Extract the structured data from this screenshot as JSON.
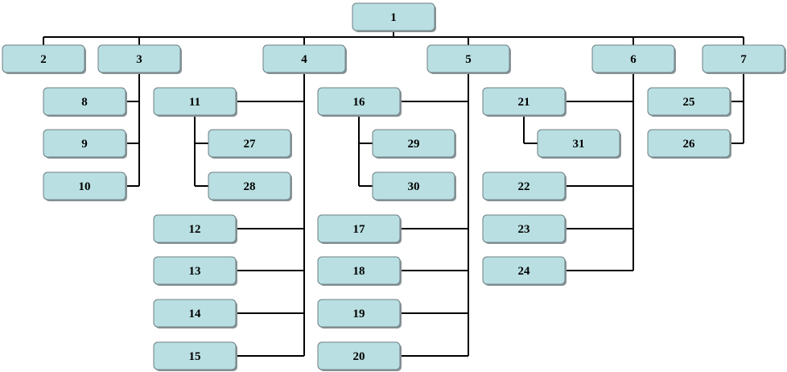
{
  "diagram": {
    "type": "organization-chart",
    "colors": {
      "box_fill": "#b9dfe2",
      "box_border": "#6f7f83",
      "connector": "#000000"
    },
    "nodes": [
      {
        "id": "1",
        "label": "1",
        "parent": null
      },
      {
        "id": "2",
        "label": "2",
        "parent": "1"
      },
      {
        "id": "3",
        "label": "3",
        "parent": "1"
      },
      {
        "id": "4",
        "label": "4",
        "parent": "1"
      },
      {
        "id": "5",
        "label": "5",
        "parent": "1"
      },
      {
        "id": "6",
        "label": "6",
        "parent": "1"
      },
      {
        "id": "7",
        "label": "7",
        "parent": "1"
      },
      {
        "id": "8",
        "label": "8",
        "parent": "3"
      },
      {
        "id": "9",
        "label": "9",
        "parent": "3"
      },
      {
        "id": "10",
        "label": "10",
        "parent": "3"
      },
      {
        "id": "11",
        "label": "11",
        "parent": "4"
      },
      {
        "id": "12",
        "label": "12",
        "parent": "4"
      },
      {
        "id": "13",
        "label": "13",
        "parent": "4"
      },
      {
        "id": "14",
        "label": "14",
        "parent": "4"
      },
      {
        "id": "15",
        "label": "15",
        "parent": "4"
      },
      {
        "id": "27",
        "label": "27",
        "parent": "11"
      },
      {
        "id": "28",
        "label": "28",
        "parent": "11"
      },
      {
        "id": "16",
        "label": "16",
        "parent": "5"
      },
      {
        "id": "17",
        "label": "17",
        "parent": "5"
      },
      {
        "id": "18",
        "label": "18",
        "parent": "5"
      },
      {
        "id": "19",
        "label": "19",
        "parent": "5"
      },
      {
        "id": "20",
        "label": "20",
        "parent": "5"
      },
      {
        "id": "29",
        "label": "29",
        "parent": "16"
      },
      {
        "id": "30",
        "label": "30",
        "parent": "16"
      },
      {
        "id": "21",
        "label": "21",
        "parent": "6"
      },
      {
        "id": "22",
        "label": "22",
        "parent": "6"
      },
      {
        "id": "23",
        "label": "23",
        "parent": "6"
      },
      {
        "id": "24",
        "label": "24",
        "parent": "6"
      },
      {
        "id": "31",
        "label": "31",
        "parent": "21"
      },
      {
        "id": "25",
        "label": "25",
        "parent": "7"
      },
      {
        "id": "26",
        "label": "26",
        "parent": "7"
      }
    ]
  }
}
